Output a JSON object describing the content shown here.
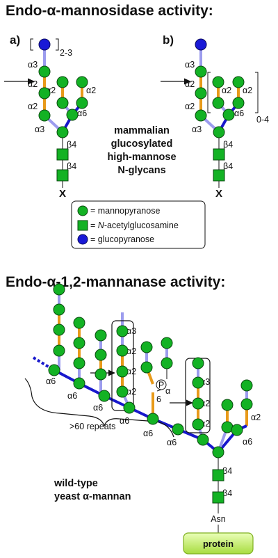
{
  "titles": {
    "top": "Endo-α-mannosidase activity:",
    "bottom": "Endo-α-1,2-mannanase activity:"
  },
  "panels": {
    "a": "a)",
    "b": "b)",
    "a_repeat": "2-3",
    "b_repeat": "0-4"
  },
  "linkages": {
    "a3": "α3",
    "a2": "α2",
    "a6": "α6",
    "b4": "β4",
    "a": "α",
    "six": "6"
  },
  "center_text": {
    "line1": "mammalian",
    "line2": "glucosylated",
    "line3": "high-mannose",
    "line4": "N-glycans"
  },
  "aglycone": {
    "x": "X"
  },
  "legend": {
    "mannose": "= mannopyranose",
    "glcnac_prefix": "= ",
    "glcnac_italic": "N",
    "glcnac_suffix": "-acetylglucosamine",
    "glucose": "= glucopyranose"
  },
  "yeast": {
    "repeats": ">60 repeats",
    "phosphate": "P",
    "label1": "wild-type",
    "label2": "yeast α-mannan",
    "asn": "Asn",
    "protein": "protein"
  },
  "colors": {
    "mannose": "#13b224",
    "glucose": "#1919d6",
    "alpha2_bond": "#e89a1a",
    "alpha3_bond": "#9c9cee",
    "alpha6_bond": "#1818cc",
    "protein_box": "#c8f26a"
  }
}
